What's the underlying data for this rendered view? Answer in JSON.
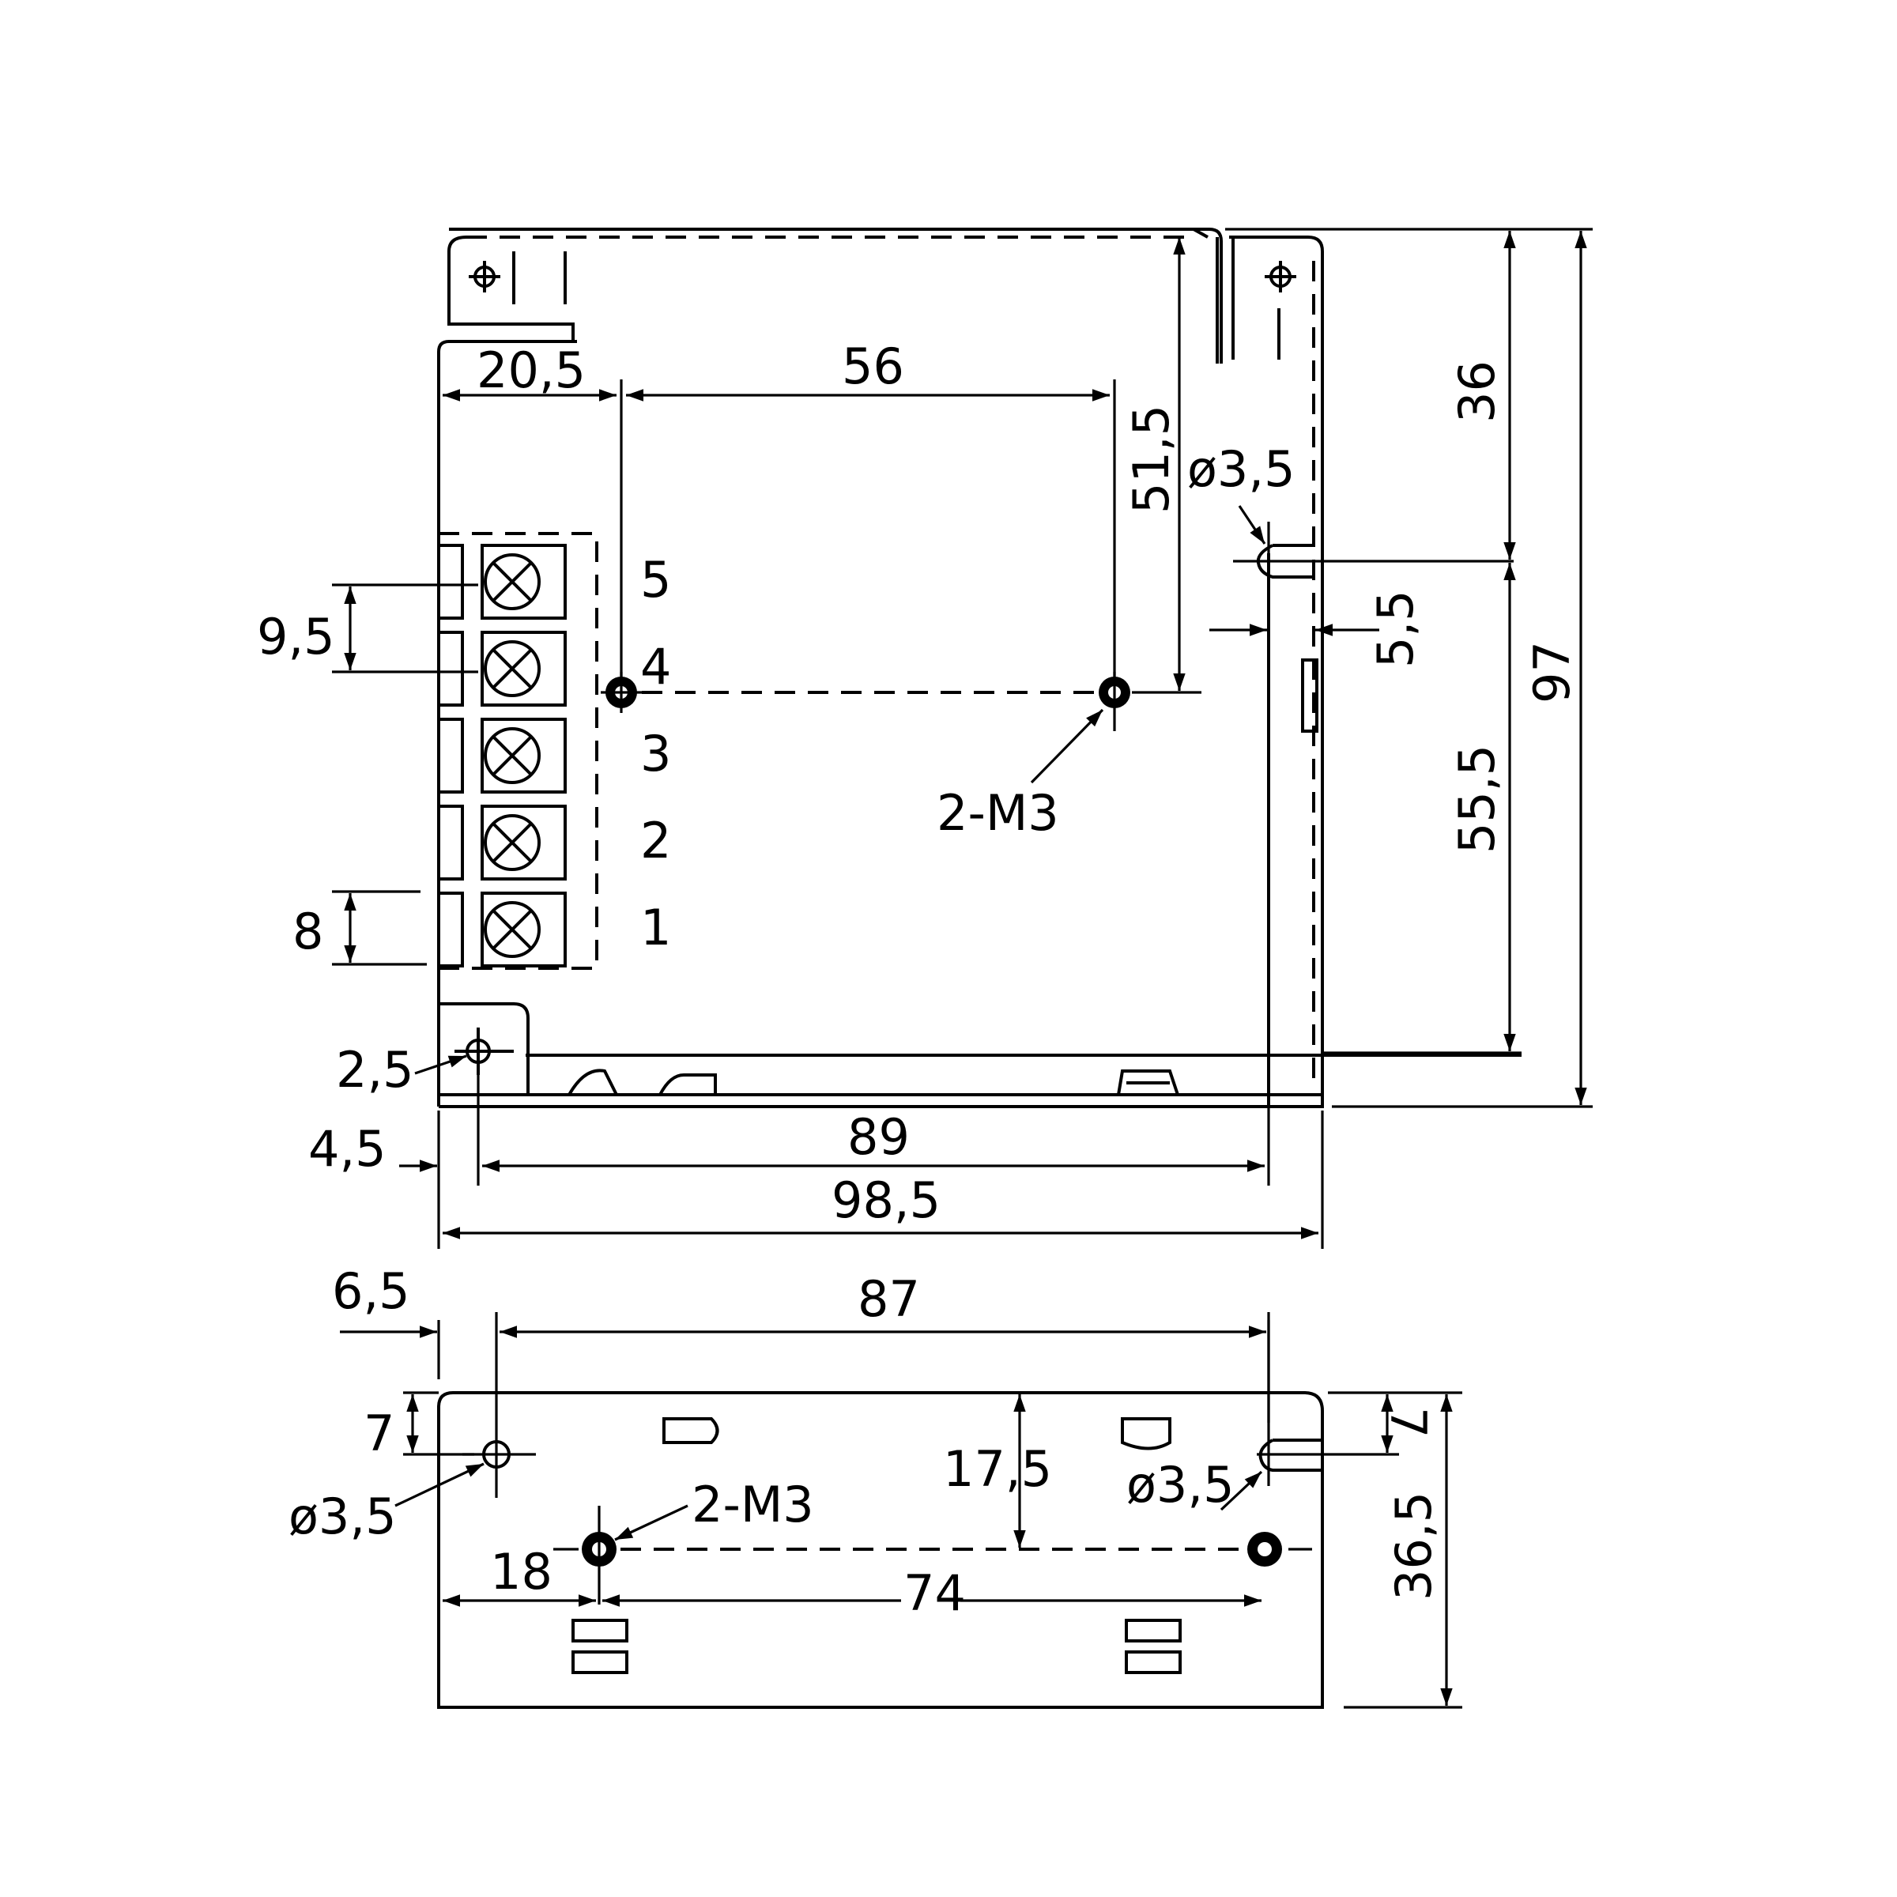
{
  "top_view": {
    "dims": {
      "d_20_5": "20,5",
      "d_56": "56",
      "d_51_5": "51,5",
      "d_36": "36",
      "d_97": "97",
      "d_55_5": "55,5",
      "d_5_5": "5,5",
      "d_9_5": "9,5",
      "d_8": "8",
      "d_2_5": "2,5",
      "d_4_5": "4,5",
      "d_89": "89",
      "d_98_5": "98,5"
    },
    "hole_label": "ø3,5",
    "screw_label": "2-M3",
    "terminals": [
      "5",
      "4",
      "3",
      "2",
      "1"
    ]
  },
  "side_view": {
    "dims": {
      "d_6_5": "6,5",
      "d_87": "87",
      "d_7_left": "7",
      "d_7_right": "7",
      "d_17_5": "17,5",
      "d_36_5": "36,5",
      "d_18": "18",
      "d_74": "74"
    },
    "hole_label_left": "ø3,5",
    "hole_label_right": "ø3,5",
    "screw_label": "2-M3"
  }
}
